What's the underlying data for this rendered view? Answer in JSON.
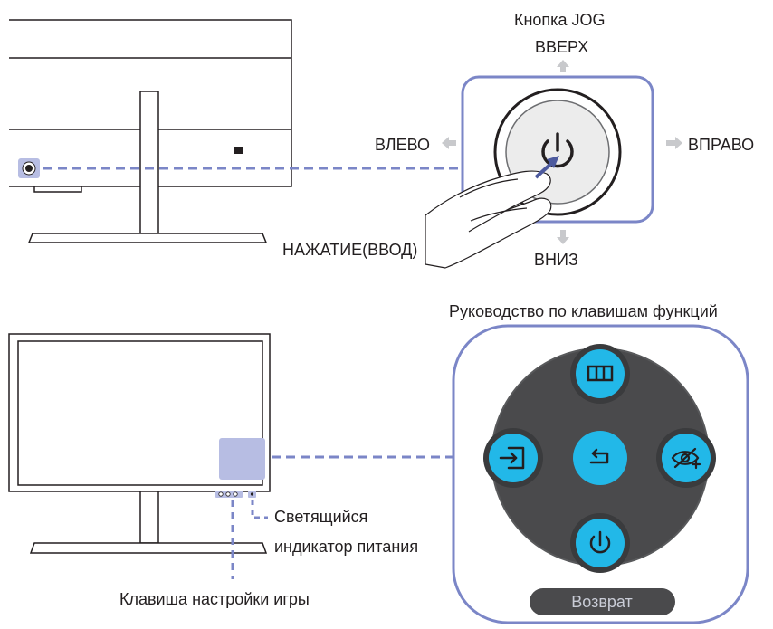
{
  "jog": {
    "title_line1": "Кнопка JOG",
    "up": "ВВЕРХ",
    "left": "ВЛЕВО",
    "right": "ВПРАВО",
    "down": "ВНИЗ",
    "press": "НАЖАТИЕ(ВВОД)"
  },
  "guide": {
    "title": "Руководство по клавишам функций",
    "return_label": "Возврат",
    "buttons": [
      "menu-icon",
      "input-source-icon",
      "return-icon",
      "eye-saver-icon",
      "power-icon"
    ]
  },
  "monitor": {
    "power_indicator_line1": "Светящийся",
    "power_indicator_line2": "индикатор питания",
    "game_key_label": "Клавиша настройки игры"
  },
  "colors": {
    "accent_frame": "#7b86c7",
    "dashed_line": "#7b86c7",
    "highlight_fill": "#b7bde3",
    "cyan_button": "#22b8e8",
    "dark_pad": "#4a4a4c",
    "arrow_gray": "#c8c9cc"
  }
}
